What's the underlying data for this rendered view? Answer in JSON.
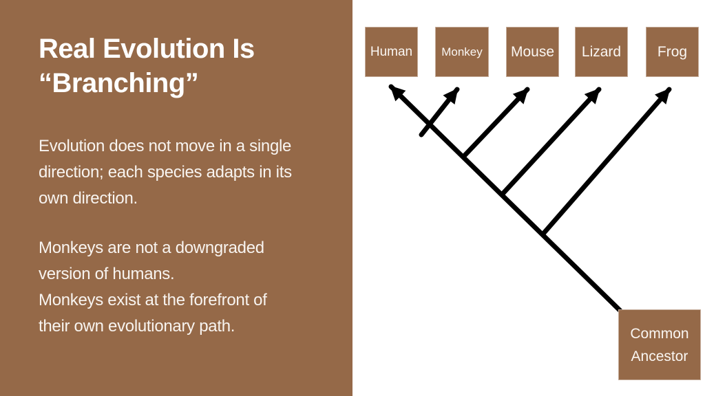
{
  "left_panel": {
    "title": "Real Evolution Is\n“Branching”",
    "paragraph1": "Evolution does not move in a single\ndirection; each species adapts in its\nown direction.",
    "paragraph2": "Monkeys are not a downgraded\nversion of humans.\nMonkeys exist at the forefront of\ntheir own evolutionary path."
  },
  "diagram": {
    "species": [
      "Human",
      "Monkey",
      "Mouse",
      "Lizard",
      "Frog"
    ],
    "ancestor": "Common\nAncestor"
  },
  "colors": {
    "panel_brown": "#956948",
    "box_brown": "#956948",
    "arrow_black": "#000000",
    "background_white": "#ffffff",
    "text_white": "#ffffff"
  }
}
